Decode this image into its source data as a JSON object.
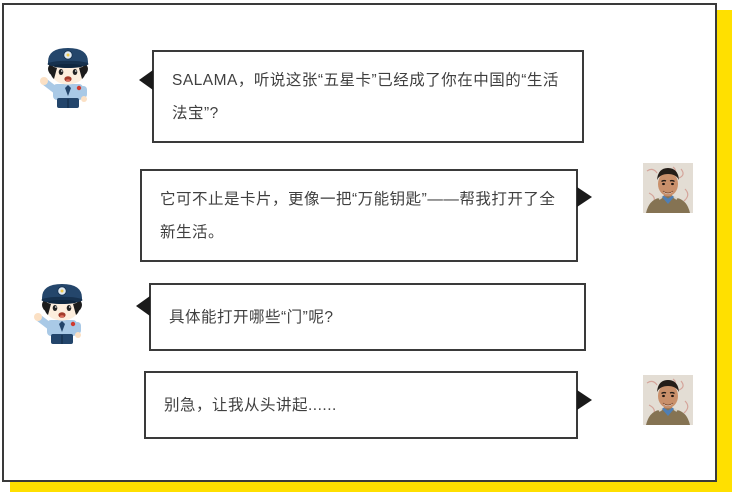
{
  "theme": {
    "background": "#ffffff",
    "frame_border": "#3a3a3a",
    "accent_shadow_yellow": "#ffe000",
    "bubble_border": "#3a3a3a",
    "arrow_color": "#1a1a1a",
    "text_color": "#3f3f3f"
  },
  "conversation": {
    "messages": [
      {
        "speaker": "police-officer",
        "side": "left",
        "text": "SALAMA，听说这张“五星卡”已经成了你在中国的“生活法宝”?"
      },
      {
        "speaker": "foreign-resident",
        "side": "right",
        "text": "它可不止是卡片，更像一把“万能钥匙”——帮我打开了全新生活。"
      },
      {
        "speaker": "police-officer",
        "side": "left",
        "text": "具体能打开哪些“门”呢?"
      },
      {
        "speaker": "foreign-resident",
        "side": "right",
        "text": "别急，让我从头讲起......"
      }
    ]
  },
  "avatars": {
    "police": "police-officer-cartoon",
    "foreigner": "man-portrait-photo"
  }
}
